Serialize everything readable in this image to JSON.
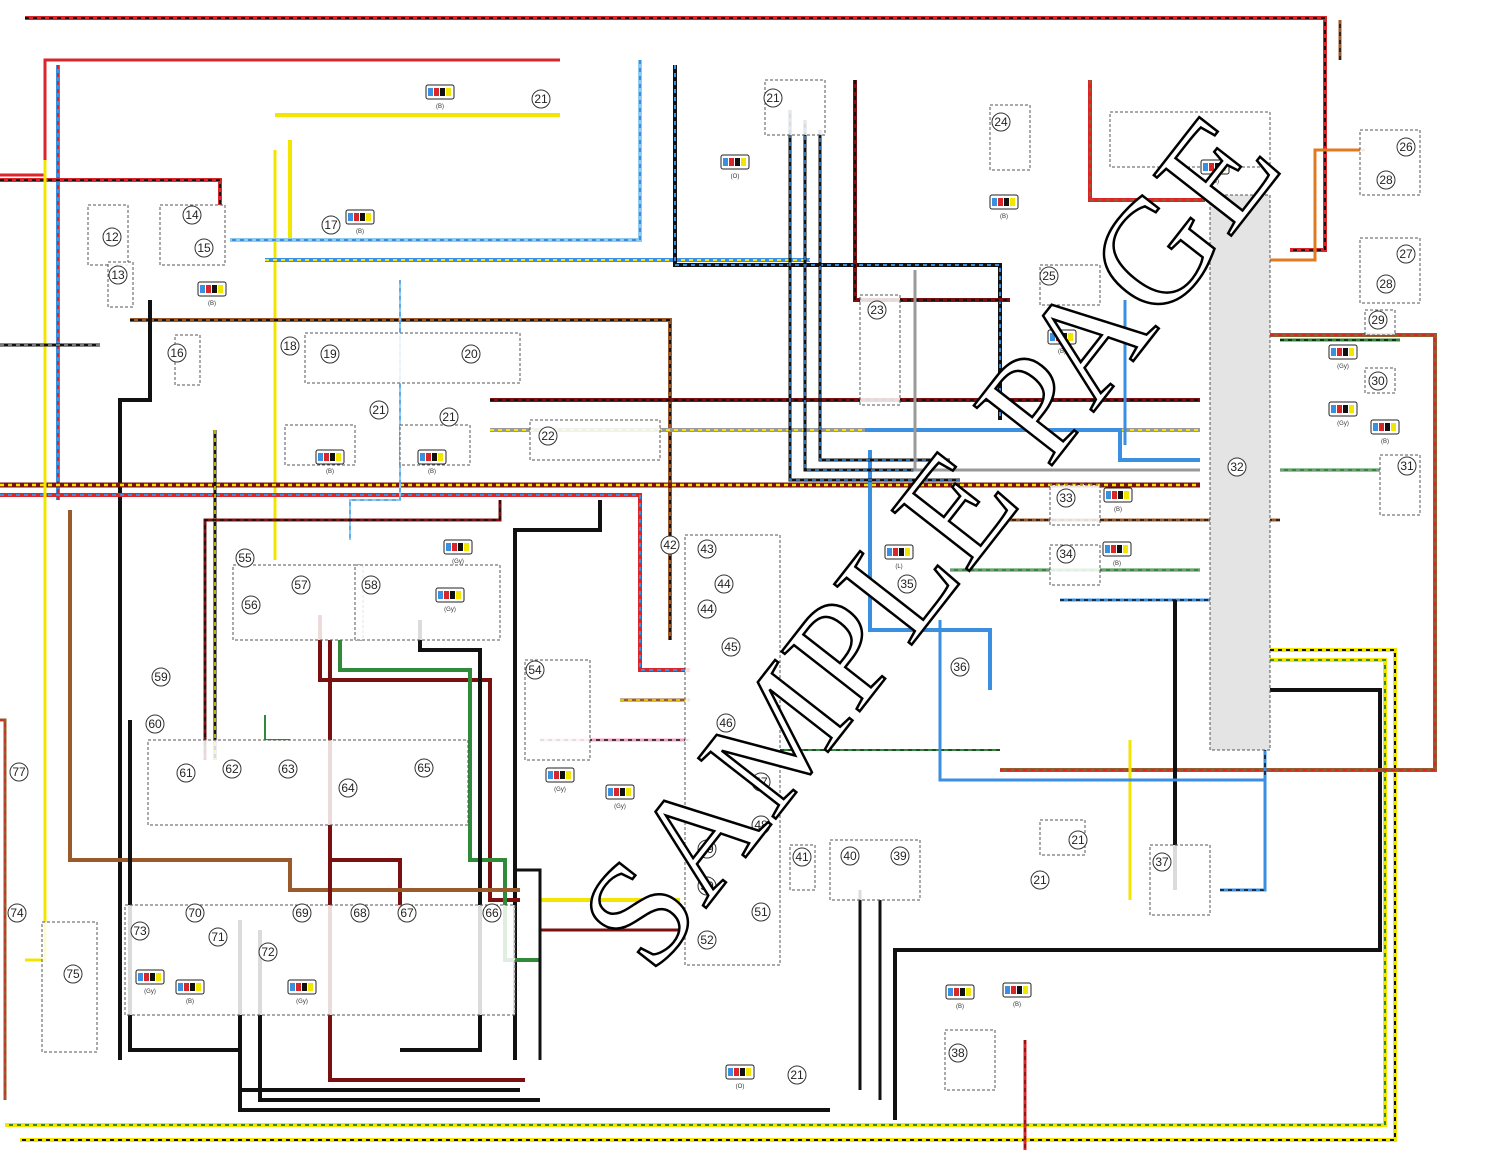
{
  "watermark": "SAMPLE PAGE",
  "components": [
    "12",
    "13",
    "14",
    "15",
    "16",
    "17",
    "18",
    "19",
    "20",
    "21",
    "21",
    "21",
    "21",
    "21",
    "21",
    "21",
    "22",
    "23",
    "24",
    "25",
    "26",
    "27",
    "28",
    "28",
    "29",
    "30",
    "31",
    "32",
    "33",
    "34",
    "35",
    "36",
    "37",
    "38",
    "39",
    "40",
    "41",
    "42",
    "43",
    "44",
    "44",
    "45",
    "46",
    "47",
    "48",
    "49",
    "50",
    "51",
    "52",
    "54",
    "55",
    "56",
    "57",
    "58",
    "59",
    "60",
    "61",
    "62",
    "63",
    "64",
    "65",
    "66",
    "67",
    "68",
    "69",
    "70",
    "71",
    "72",
    "73",
    "74",
    "75",
    "77"
  ],
  "connector_labels": [
    "(B)",
    "(B)",
    "(B)",
    "(O)",
    "(B)",
    "(B)",
    "(B)",
    "(Gy)",
    "(Gy)",
    "(B)",
    "(B)",
    "(L)",
    "(B)",
    "(B)",
    "(B)",
    "(Gy)",
    "(Gy)",
    "(Gy)",
    "(Gy)",
    "(B)",
    "(Gy)",
    "(O)",
    "(B)",
    "(B)",
    "(Gy)"
  ],
  "wire_colors": {
    "red": "#d8262a",
    "blue": "#3a8fe0",
    "black": "#111111",
    "yellow": "#f2e600",
    "brown": "#9b5a2c",
    "green": "#2f8a3a",
    "gray": "#9a9a9a",
    "darkred": "#7a1010",
    "lightblue": "#8ec9f0",
    "orange": "#e07a20",
    "pink": "#f0a0c0"
  }
}
